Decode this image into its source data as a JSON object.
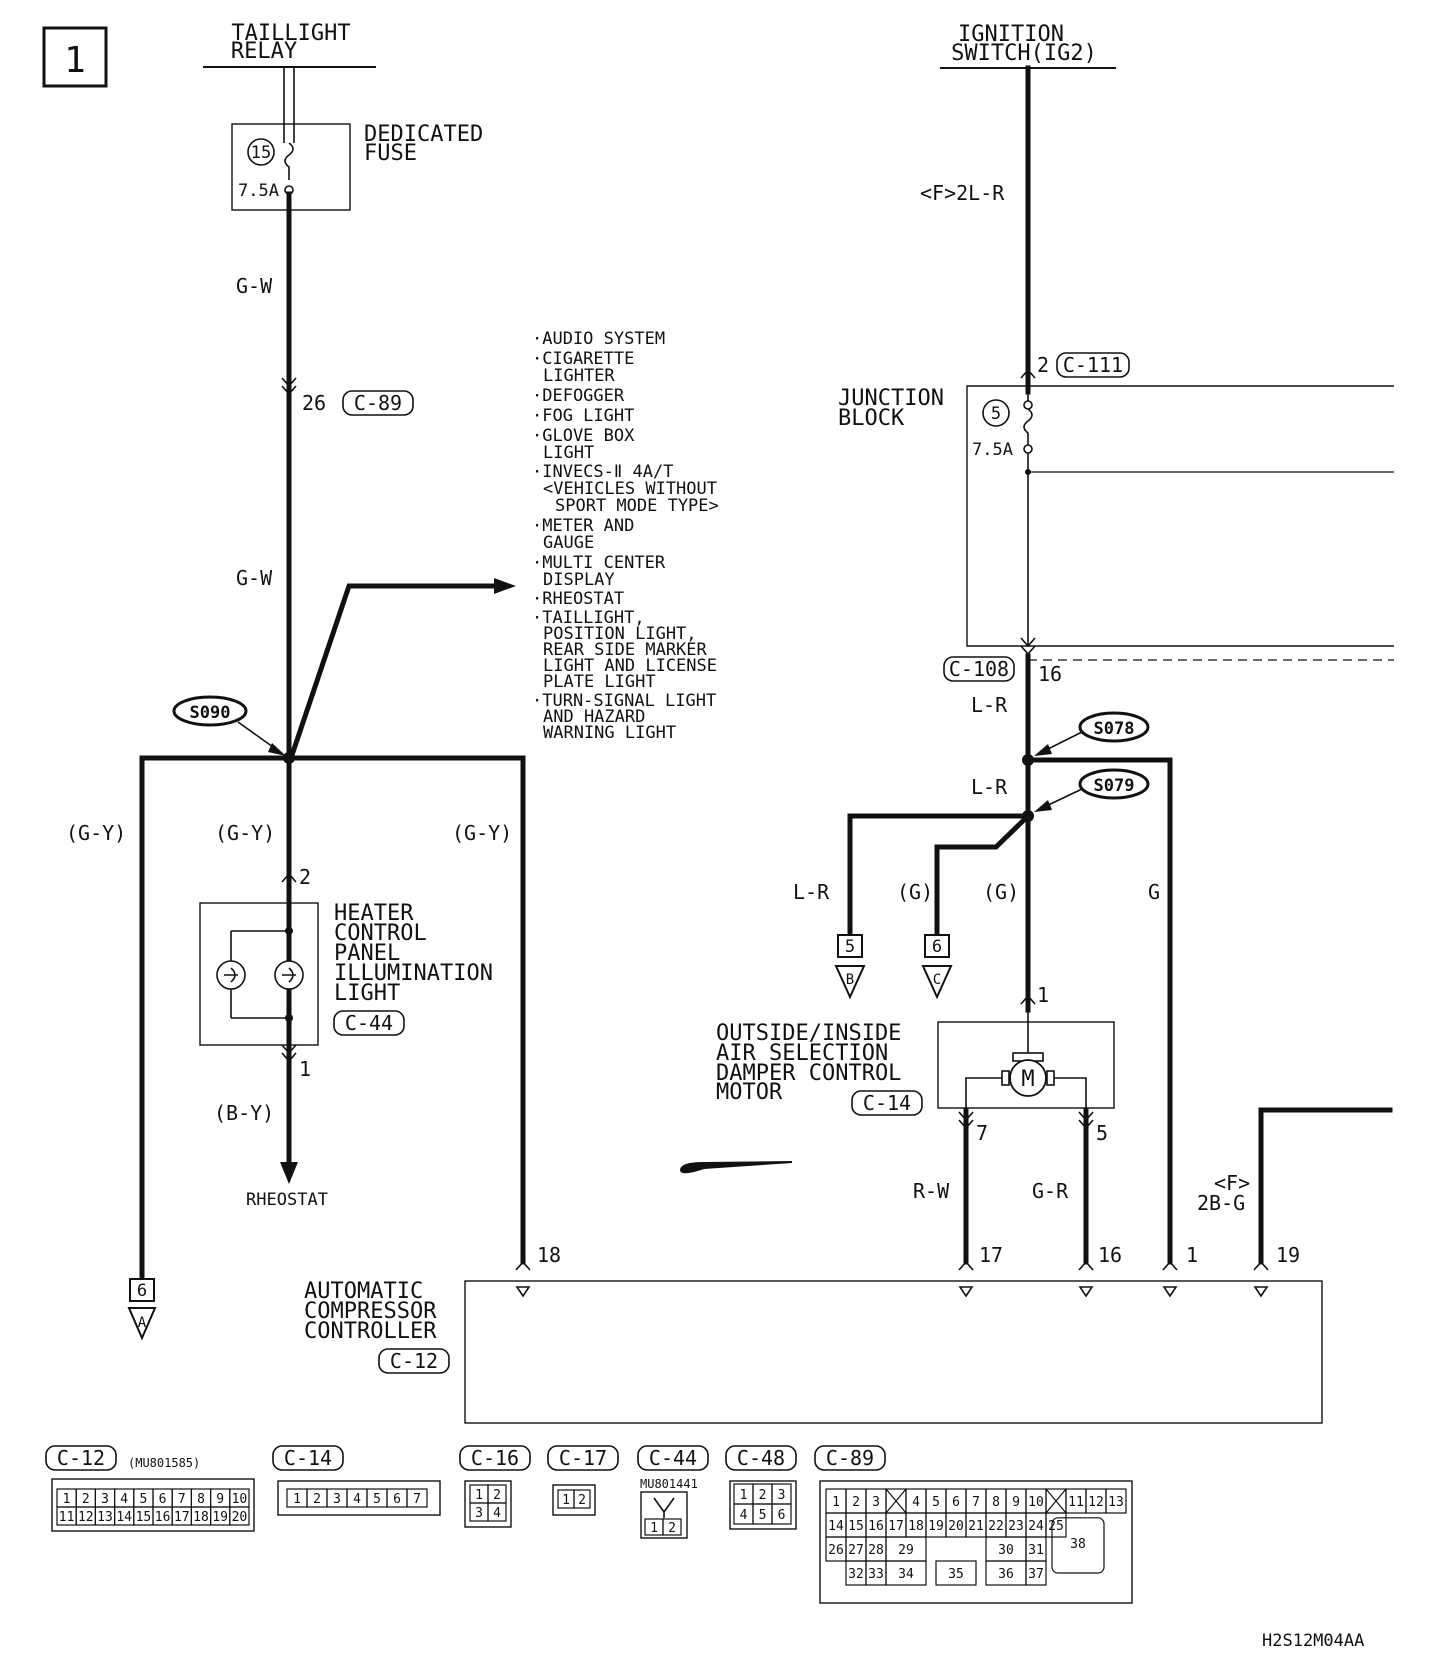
{
  "page_number": "1",
  "figure_code": "H2S12M04AA",
  "components": {
    "taillight_relay": [
      "TAILLIGHT",
      "RELAY"
    ],
    "ignition_switch": [
      "IGNITION",
      "SWITCH(IG2)"
    ],
    "dedicated_fuse": {
      "label": [
        "DEDICATED",
        "FUSE"
      ],
      "number": "15",
      "rating": "7.5A"
    },
    "junction_block": {
      "label": [
        "JUNCTION",
        "BLOCK"
      ],
      "number": "5",
      "rating": "7.5A"
    },
    "heater_panel_light": {
      "label": [
        "HEATER",
        "CONTROL",
        "PANEL",
        "ILLUMINATION",
        "LIGHT"
      ],
      "connector": "C-44"
    },
    "damper_motor": {
      "label": [
        "OUTSIDE/INSIDE",
        "AIR SELECTION",
        "DAMPER CONTROL",
        "MOTOR"
      ],
      "connector": "C-14",
      "motor_symbol": "M"
    },
    "compressor_controller": {
      "label": [
        "AUTOMATIC",
        "COMPRESSOR",
        "CONTROLLER"
      ],
      "connector": "C-12"
    },
    "rheostat": "RHEOSTAT"
  },
  "branch_list": [
    [
      "·AUDIO SYSTEM"
    ],
    [
      "·CIGARETTE",
      "LIGHTER"
    ],
    [
      "·DEFOGGER"
    ],
    [
      "·FOG LIGHT"
    ],
    [
      "·GLOVE BOX",
      "LIGHT"
    ],
    [
      "·INVECS-Ⅱ 4A/T",
      "<VEHICLES WITHOUT",
      "SPORT MODE TYPE>"
    ],
    [
      "·METER AND",
      "GAUGE"
    ],
    [
      "·MULTI CENTER",
      "DISPLAY"
    ],
    [
      "·RHEOSTAT"
    ],
    [
      "·TAILLIGHT,",
      "POSITION LIGHT,",
      "REAR SIDE MARKER",
      "LIGHT AND LICENSE",
      "PLATE LIGHT"
    ],
    [
      "·TURN-SIGNAL LIGHT",
      "AND HAZARD",
      "WARNING LIGHT"
    ]
  ],
  "wire_labels": {
    "gw_1": "G-W",
    "gw_2": "G-W",
    "pin_26": "26",
    "c89": "C-89",
    "gy_left": "(G-Y)",
    "gy_mid": "(G-Y)",
    "gy_right": "(G-Y)",
    "pin_2_light": "2",
    "pin_1_light": "1",
    "by": "(B-Y)",
    "f2lr": "<F>2L-R",
    "pin_2_c111": "2",
    "c111": "C-111",
    "c108": "C-108",
    "pin_16_c108": "16",
    "lr_1": "L-R",
    "lr_2": "L-R",
    "lr_3": "L-R",
    "g_1": "(G)",
    "g_2": "(G)",
    "g_3": "G",
    "pin_1_motor": "1",
    "pin_7": "7",
    "pin_5": "5",
    "rw": "R-W",
    "gr": "G-R",
    "f_2bg_top": "<F>",
    "f_2bg": "2B-G",
    "pin_18": "18",
    "pin_17": "17",
    "pin_16": "16",
    "pin_1": "1",
    "pin_19": "19"
  },
  "splices": {
    "s090": "S090",
    "s078": "S078",
    "s079": "S079"
  },
  "off_page": [
    {
      "number": "6",
      "letter": "A"
    },
    {
      "number": "5",
      "letter": "B"
    },
    {
      "number": "6",
      "letter": "C"
    }
  ],
  "connector_views": [
    {
      "id": "C-12",
      "part": "(MU801585)",
      "rows": [
        [
          "1",
          "2",
          "3",
          "4",
          "5",
          "6",
          "7",
          "8",
          "9",
          "10"
        ],
        [
          "11",
          "12",
          "13",
          "14",
          "15",
          "16",
          "17",
          "18",
          "19",
          "20"
        ]
      ]
    },
    {
      "id": "C-14",
      "rows": [
        [
          "1",
          "2",
          "3",
          "4",
          "5",
          "6",
          "7"
        ]
      ]
    },
    {
      "id": "C-16",
      "rows": [
        [
          "1",
          "2"
        ],
        [
          "3",
          "4"
        ]
      ]
    },
    {
      "id": "C-17",
      "rows": [
        [
          "1",
          "2"
        ]
      ]
    },
    {
      "id": "C-44",
      "part": "MU801441",
      "rows": [
        [
          "1",
          "2"
        ]
      ]
    },
    {
      "id": "C-48",
      "rows": [
        [
          "1",
          "2",
          "3"
        ],
        [
          "4",
          "5",
          "6"
        ]
      ]
    },
    {
      "id": "C-89",
      "rows": [
        [
          "1",
          "2",
          "3",
          "",
          "4",
          "5",
          "6",
          "7",
          "8",
          "9",
          "10",
          "",
          "11",
          "12",
          "13"
        ],
        [
          "14",
          "15",
          "16",
          "17",
          "18",
          "19",
          "20",
          "21",
          "22",
          "23",
          "24",
          "25"
        ],
        [
          "26",
          "27",
          "28",
          "29",
          "30",
          "31"
        ],
        [
          "32",
          "33",
          "34",
          "35",
          "36",
          "37"
        ],
        [
          "38"
        ]
      ]
    }
  ]
}
